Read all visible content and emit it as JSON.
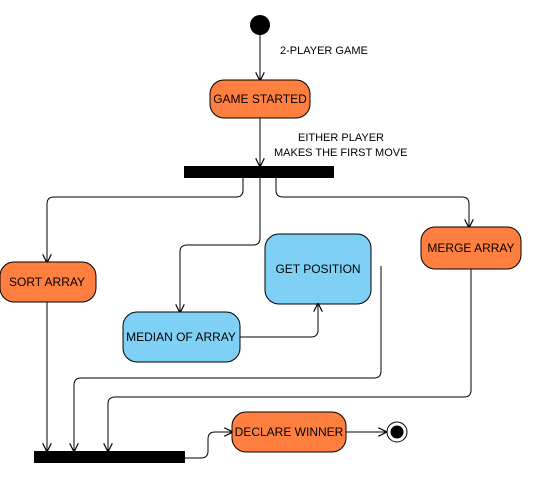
{
  "colors": {
    "action_orange": "#ff7f40",
    "action_blue": "#7fd0f5",
    "bar": "#000000",
    "stroke": "#000000"
  },
  "edges": {
    "start_label": "2-PLAYER GAME",
    "fork_label_line1": "EITHER PLAYER",
    "fork_label_line2": "MAKES THE FIRST MOVE"
  },
  "nodes": {
    "game_started": "GAME STARTED",
    "sort_array": "SORT ARRAY",
    "median_of_array": "MEDIAN OF ARRAY",
    "get_position": "GET POSITION",
    "merge_array": "MERGE ARRAY",
    "declare_winner": "DECLARE WINNER"
  }
}
